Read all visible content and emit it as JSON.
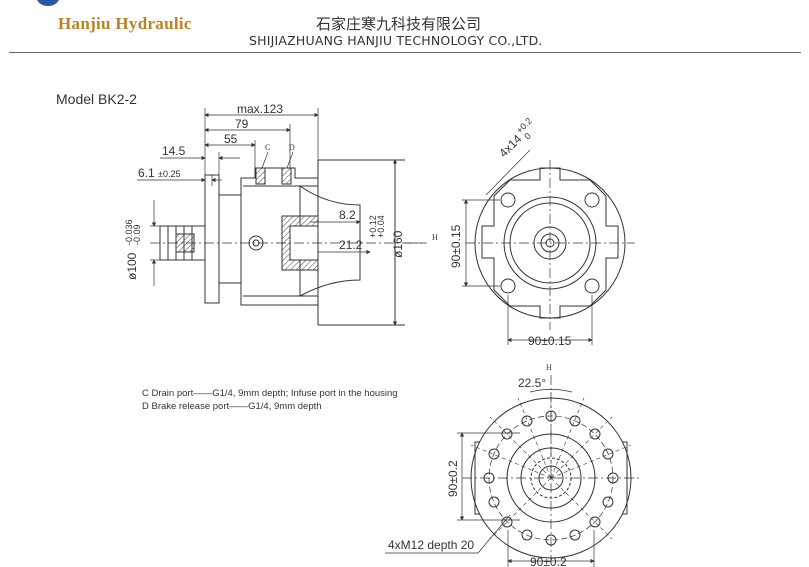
{
  "header": {
    "brand": "Hanjiu Hydraulic",
    "company_cn": "石家庄寒九科技有限公司",
    "company_en": "SHIJIAZHUANG HANJIU TECHNOLOGY CO.,LTD."
  },
  "model": "Model BK2-2",
  "side_view": {
    "max_length": "max.123",
    "len_79": "79",
    "len_55": "55",
    "len_14_5": "14.5",
    "len_6_1": "6.1",
    "tol_6_1": "±0.25",
    "port_c": "C",
    "port_d": "D",
    "dia_100": "ø100",
    "tol_100_a": "-0.036",
    "tol_100_b": "-0.09",
    "len_8_2": "8.2",
    "len_21_2": "21.2",
    "tol_0_12": "+0.12",
    "tol_0_04": "+0.04",
    "dia_160": "ø160",
    "marker_h": "H"
  },
  "front_view": {
    "slot_label": "4x14",
    "slot_tol": "+0.2",
    "slot_tol2": "0",
    "height": "90±0.15",
    "width": "90±0.15"
  },
  "bottom_view": {
    "marker_h": "H",
    "angle": "22.5°",
    "height": "90±0.2",
    "width": "90±0.2",
    "thread": "4xM12 depth 20"
  },
  "notes": {
    "c_port": "C Drain port——G1/4, 9mm depth; Infuse port in the housing",
    "d_port": "D Brake release port——G1/4, 9mm depth"
  }
}
